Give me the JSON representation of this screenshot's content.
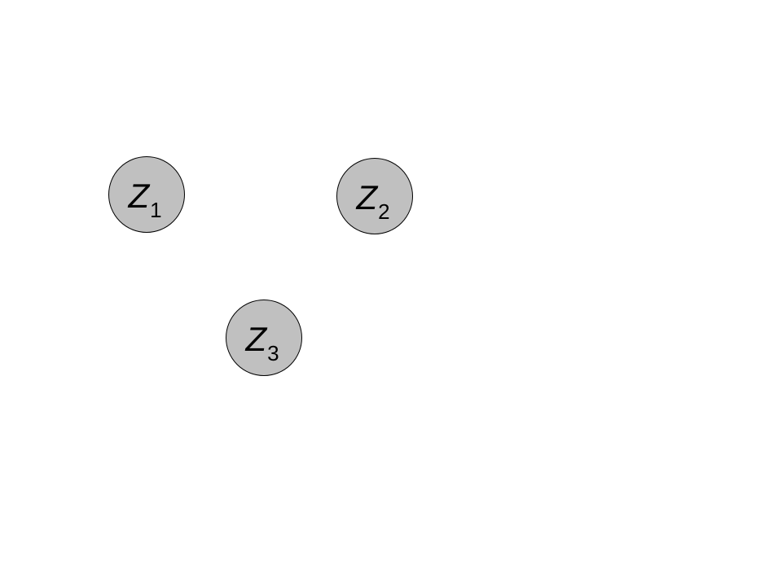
{
  "diagram": {
    "nodes": [
      {
        "id": "z1",
        "letter": "Z",
        "subscript": "1",
        "fill": "#c0c0c0"
      },
      {
        "id": "z2",
        "letter": "Z",
        "subscript": "2",
        "fill": "#c0c0c0"
      },
      {
        "id": "z3",
        "letter": "Z",
        "subscript": "3",
        "fill": "#c0c0c0"
      }
    ]
  }
}
